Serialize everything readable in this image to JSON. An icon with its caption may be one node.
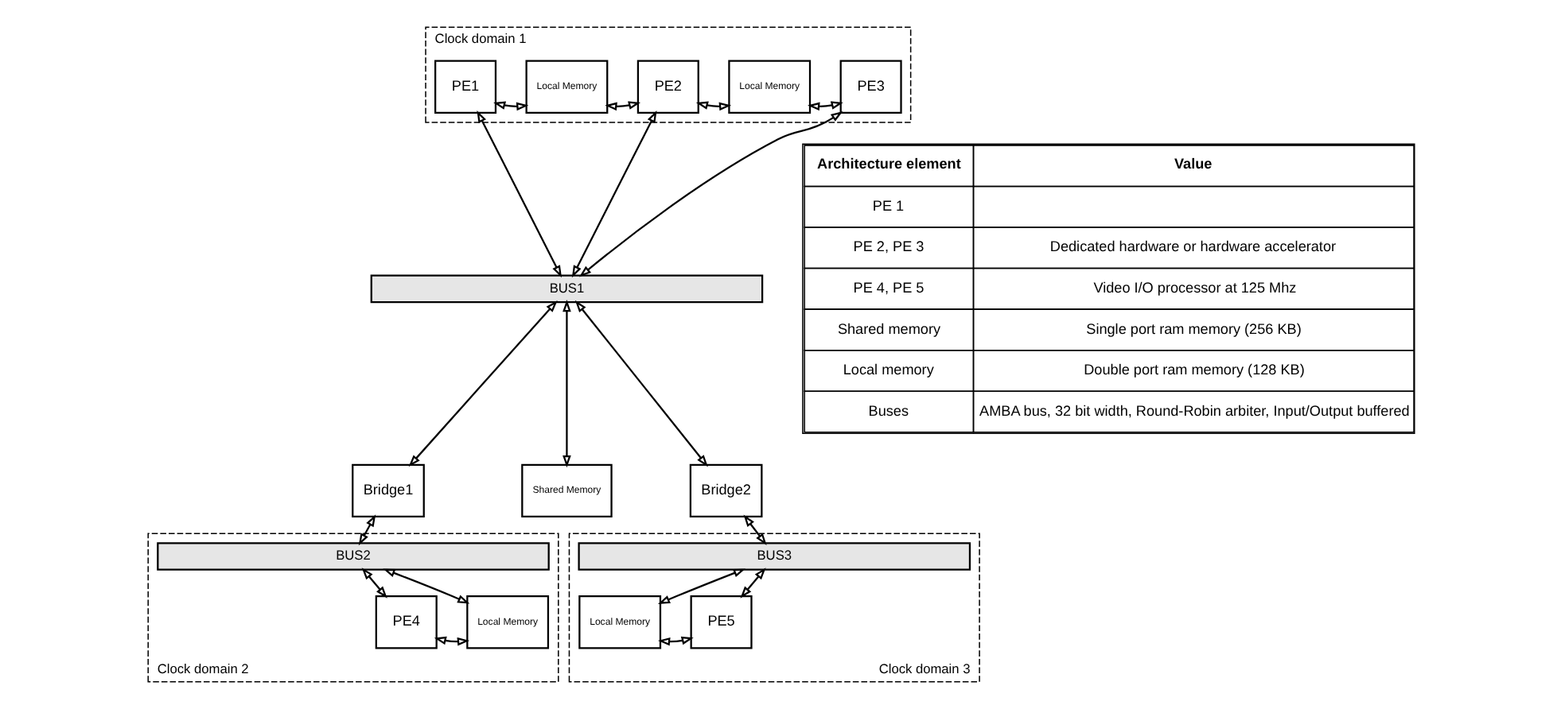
{
  "diagram": {
    "nodes": [
      {
        "text": [
          "Clock domain 1"
        ]
      },
      {
        "text": [
          "PE1"
        ],
        "in": 0
      },
      {
        "text": [
          "Local Memory"
        ],
        "in": 0
      },
      {
        "text": [
          "PE2"
        ],
        "in": 0
      },
      {
        "text": [
          "Local Memory"
        ],
        "in": 0
      },
      {
        "text": [
          "PE3"
        ],
        "in": 0
      },
      {
        "text": [
          "BUS1"
        ]
      },
      {
        "text": [
          "Bridge1"
        ]
      },
      {
        "text": [
          "Shared Memory"
        ]
      },
      {
        "text": [
          "Bridge2"
        ]
      },
      {
        "text": [
          "Clock domain 2"
        ]
      },
      {
        "text": [
          "BUS2"
        ],
        "in": 10
      },
      {
        "text": [
          "PE4"
        ],
        "in": 10
      },
      {
        "text": [
          "Local Memory"
        ],
        "in": 10
      },
      {
        "text": [
          "Clock domain 3"
        ]
      },
      {
        "text": [
          "BUS3"
        ],
        "in": 14
      },
      {
        "text": [
          "Local Memory"
        ],
        "in": 14
      },
      {
        "text": [
          "PE5"
        ],
        "in": 14
      }
    ],
    "edges": [
      {
        "from": 1,
        "to": 2,
        "arrow": "both"
      },
      {
        "from": 2,
        "to": 3,
        "arrow": "both"
      },
      {
        "from": 3,
        "to": 4,
        "arrow": "both"
      },
      {
        "from": 4,
        "to": 5,
        "arrow": "both"
      },
      {
        "from": 1,
        "to": 6,
        "arrow": "both"
      },
      {
        "from": 3,
        "to": 6,
        "arrow": "both"
      },
      {
        "from": 5,
        "to": 6,
        "arrow": "both"
      },
      {
        "from": 6,
        "to": 7,
        "arrow": "both"
      },
      {
        "from": 6,
        "to": 8,
        "arrow": "both"
      },
      {
        "from": 6,
        "to": 9,
        "arrow": "both"
      },
      {
        "from": 7,
        "to": 11,
        "arrow": "both"
      },
      {
        "from": 9,
        "to": 15,
        "arrow": "both"
      },
      {
        "from": 11,
        "to": 12,
        "arrow": "both"
      },
      {
        "from": 11,
        "to": 13,
        "arrow": "both"
      },
      {
        "from": 12,
        "to": 13,
        "arrow": "both"
      },
      {
        "from": 15,
        "to": 16,
        "arrow": "both"
      },
      {
        "from": 15,
        "to": 17,
        "arrow": "both"
      },
      {
        "from": 16,
        "to": 17,
        "arrow": "both"
      }
    ],
    "labels": [
      "Architecture element",
      "Value",
      "PE 1",
      "PE 2, PE 3",
      "Dedicated hardware or hardware accelerator",
      "PE 4, PE 5",
      "Video I/O processor at 125 Mhz",
      "Shared memory",
      "Single port ram memory (256 KB)",
      "Local memory",
      "Double port ram memory (128 KB)",
      "Buses",
      "AMBA bus, 32 bit width, Round-Robin arbiter, Input/Output buffered"
    ]
  }
}
